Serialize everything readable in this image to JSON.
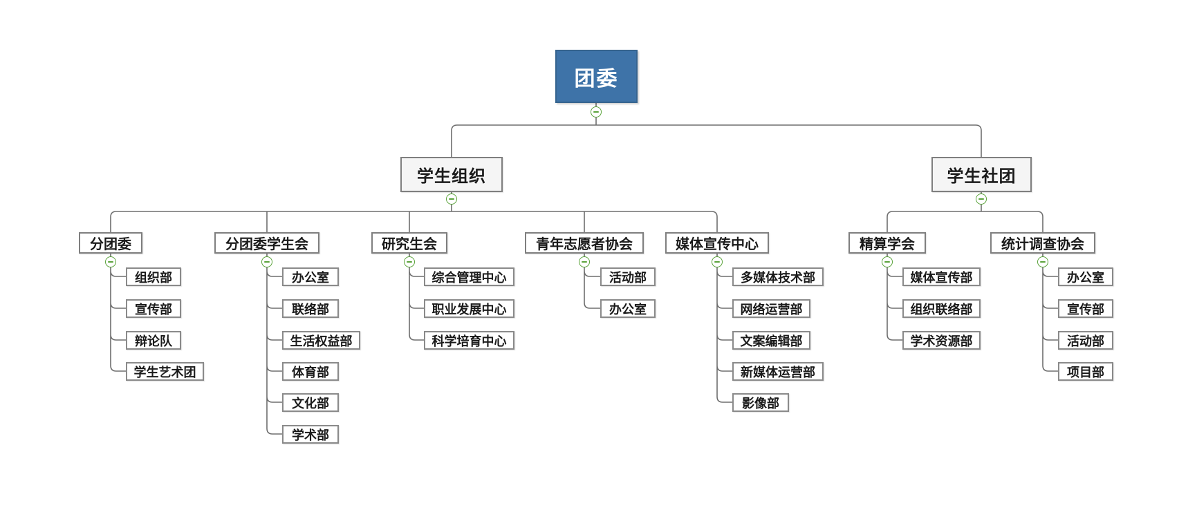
{
  "diagram_type": "org-chart",
  "colors": {
    "root_fill": "#3e73a8",
    "root_text": "#ffffff",
    "node_fill": "#ffffff",
    "level2_fill": "#f5f5f5",
    "node_border": "#7f7f7f",
    "connector_line": "#6e6e6e",
    "collapse_green": "#5aa33a"
  },
  "icons": {
    "collapse": "minus-circle-icon"
  },
  "root": {
    "label": "团委"
  },
  "branches": [
    {
      "label": "学生组织",
      "groups": [
        {
          "label": "分团委",
          "children": [
            "组织部",
            "宣传部",
            "辩论队",
            "学生艺术团"
          ]
        },
        {
          "label": "分团委学生会",
          "children": [
            "办公室",
            "联络部",
            "生活权益部",
            "体育部",
            "文化部",
            "学术部"
          ]
        },
        {
          "label": "研究生会",
          "children": [
            "综合管理中心",
            "职业发展中心",
            "科学培育中心"
          ]
        },
        {
          "label": "青年志愿者协会",
          "children": [
            "活动部",
            "办公室"
          ]
        },
        {
          "label": "媒体宣传中心",
          "children": [
            "多媒体技术部",
            "网络运营部",
            "文案编辑部",
            "新媒体运营部",
            "影像部"
          ]
        }
      ]
    },
    {
      "label": "学生社团",
      "groups": [
        {
          "label": "精算学会",
          "children": [
            "媒体宣传部",
            "组织联络部",
            "学术资源部"
          ]
        },
        {
          "label": "统计调查协会",
          "children": [
            "办公室",
            "宣传部",
            "活动部",
            "项目部"
          ]
        }
      ]
    }
  ]
}
